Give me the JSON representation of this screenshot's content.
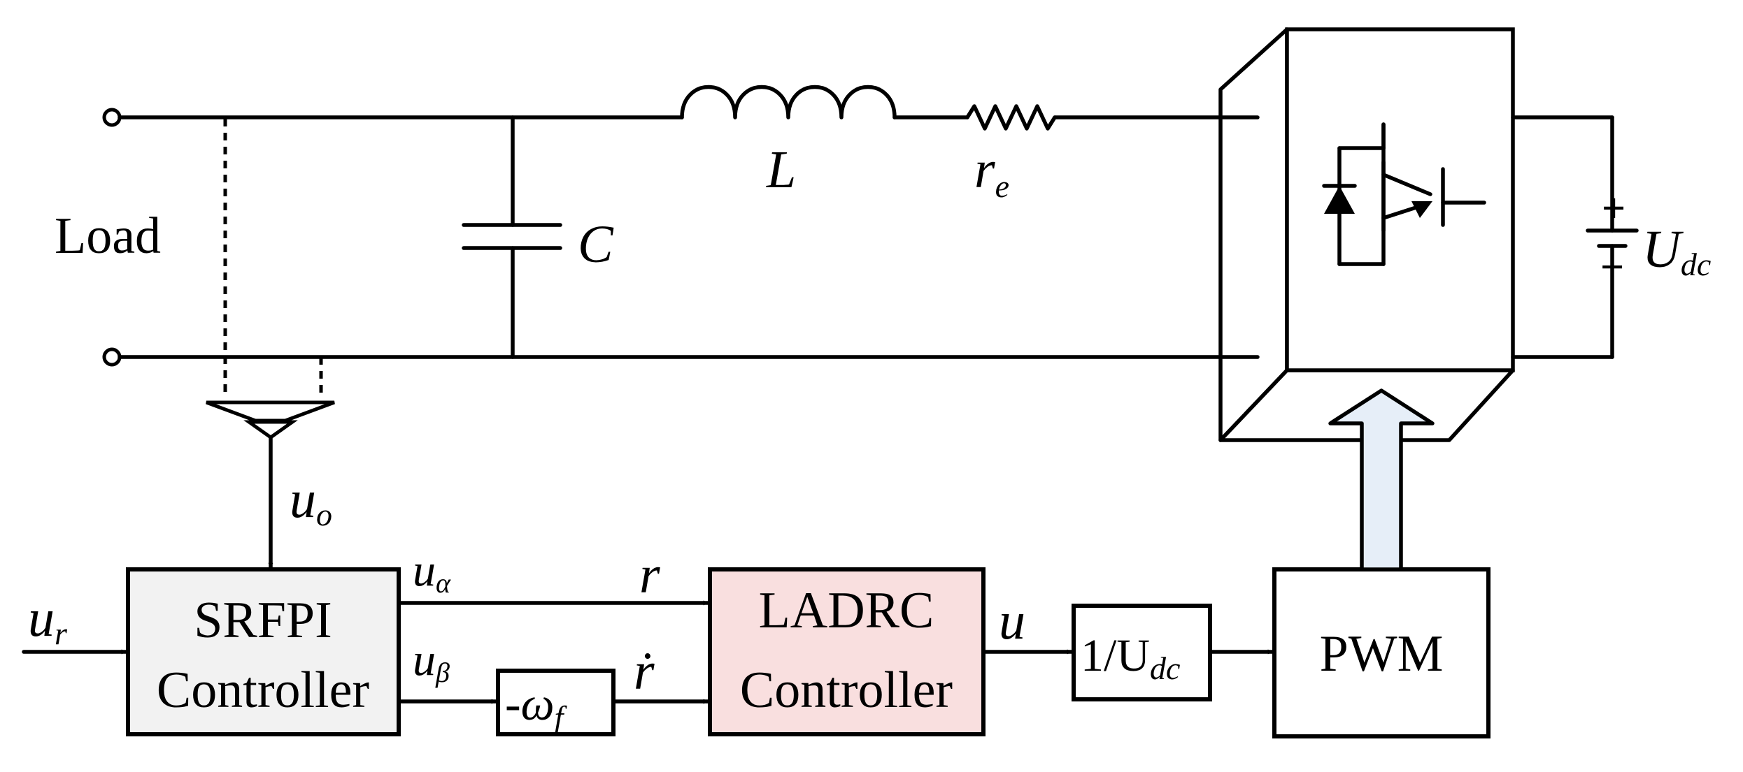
{
  "colors": {
    "line": "#000000",
    "srfpi_fill": "#f2f2f2",
    "ladrc_fill": "#f9dfdf",
    "pwm_arrow_fill": "#e6eef8",
    "background": "#ffffff"
  },
  "circuit": {
    "load_label": "Load",
    "capacitor_label": "C",
    "inductor_label": "L",
    "resistor_main": "r",
    "resistor_sub": "e",
    "dc_source_main": "U",
    "dc_source_sub": "dc",
    "dc_plus": "+",
    "dc_minus": "−"
  },
  "signals": {
    "uo_main": "u",
    "uo_sub": "o",
    "ur_main": "u",
    "ur_sub": "r",
    "ualpha_main": "u",
    "ualpha_sub": "α",
    "ubeta_main": "u",
    "ubeta_sub": "β",
    "r": "r",
    "rdot": "ṙ",
    "u": "u"
  },
  "blocks": {
    "srfpi_line1": "SRFPI",
    "srfpi_line2": "Controller",
    "ladrc_line1": "LADRC",
    "ladrc_line2": "Controller",
    "gain_prefix": "-ω",
    "gain_sub": "f",
    "inv_prefix": "1/U",
    "inv_sub": "dc",
    "pwm": "PWM"
  },
  "icons": [
    "igbt-switch-icon",
    "voltage-sensor-icon",
    "dc-battery-icon",
    "inductor-icon",
    "resistor-icon",
    "capacitor-icon"
  ]
}
